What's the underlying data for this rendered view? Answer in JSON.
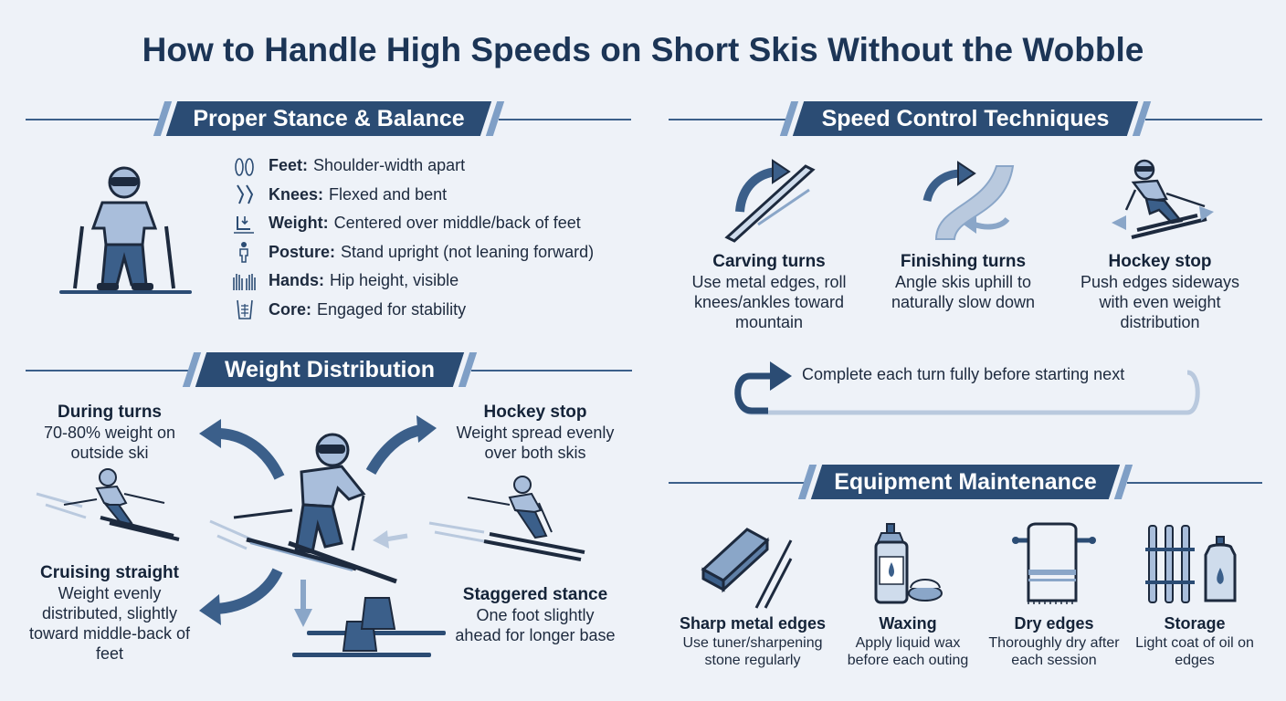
{
  "title": "How to Handle High Speeds on Short Skis Without the Wobble",
  "sections": {
    "stance": "Proper Stance & Balance",
    "speed": "Speed Control Techniques",
    "weight": "Weight Distribution",
    "equipment": "Equipment Maintenance"
  },
  "stance_items": [
    {
      "icon": "footprints-icon",
      "label": "Feet:",
      "text": "Shoulder-width apart"
    },
    {
      "icon": "knee-icon",
      "label": "Knees:",
      "text": "Flexed and bent"
    },
    {
      "icon": "weight-icon",
      "label": "Weight:",
      "text": "Centered over middle/back of feet"
    },
    {
      "icon": "person-icon",
      "label": "Posture:",
      "text": "Stand upright (not leaning forward)"
    },
    {
      "icon": "hands-icon",
      "label": "Hands:",
      "text": "Hip height, visible"
    },
    {
      "icon": "core-icon",
      "label": "Core:",
      "text": "Engaged for stability"
    }
  ],
  "weight": {
    "turns": {
      "heading": "During turns",
      "body": "70-80% weight on outside ski"
    },
    "hockey": {
      "heading": "Hockey stop",
      "body": "Weight spread evenly over both skis"
    },
    "cruising": {
      "heading": "Cruising straight",
      "body": "Weight evenly distributed, slightly toward middle-back of feet"
    },
    "staggered": {
      "heading": "Staggered stance",
      "body": "One foot slightly ahead for longer base"
    }
  },
  "speed": {
    "carving": {
      "heading": "Carving turns",
      "body": "Use metal edges, roll knees/ankles toward mountain"
    },
    "finishing": {
      "heading": "Finishing turns",
      "body": "Angle skis uphill to naturally slow down"
    },
    "hockey": {
      "heading": "Hockey stop",
      "body": "Push edges sideways with even weight distribution"
    },
    "tip": "Complete each turn fully before starting next"
  },
  "equipment": {
    "edges": {
      "heading": "Sharp metal edges",
      "body": "Use tuner/sharpening stone regularly"
    },
    "waxing": {
      "heading": "Waxing",
      "body": "Apply liquid wax before each outing"
    },
    "dry": {
      "heading": "Dry edges",
      "body": "Thoroughly dry after each session"
    },
    "storage": {
      "heading": "Storage",
      "body": "Light coat of oil on edges"
    }
  },
  "colors": {
    "navy": "#2b4c74",
    "accent": "#7f9fc6",
    "background": "#eef2f8",
    "title": "#1c3556"
  }
}
